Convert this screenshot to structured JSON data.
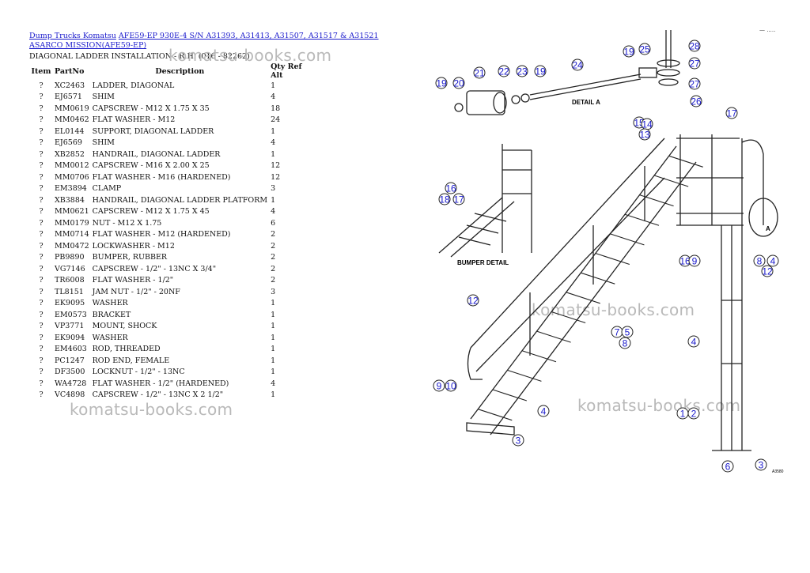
{
  "breadcrumb": {
    "root": "Dump Trucks Komatsu",
    "model": "AFE59-EP 930E-4 S/N A31393, A31413, A31507, A31517 & A31521 ASARCO MISSION(AFE59-EP)"
  },
  "subtitle": "DIAGONAL LADDER INSTALLATION - R.H. (016 - 82262)",
  "corner_mark": "— .....",
  "table": {
    "headers": {
      "item": "Item",
      "part": "PartNo",
      "desc": "Description",
      "qty": "Qty Ref Alt"
    },
    "rows": [
      {
        "item": "?",
        "part": "XC2463",
        "desc": "LADDER, DIAGONAL",
        "qty": "1"
      },
      {
        "item": "?",
        "part": "EJ6571",
        "desc": "SHIM",
        "qty": "4"
      },
      {
        "item": "?",
        "part": "MM0619",
        "desc": "CAPSCREW - M12 X 1.75 X 35",
        "qty": "18"
      },
      {
        "item": "?",
        "part": "MM0462",
        "desc": "FLAT WASHER - M12",
        "qty": "24"
      },
      {
        "item": "?",
        "part": "EL0144",
        "desc": "SUPPORT, DIAGONAL LADDER",
        "qty": "1"
      },
      {
        "item": "?",
        "part": "EJ6569",
        "desc": "SHIM",
        "qty": "4"
      },
      {
        "item": "?",
        "part": "XB2852",
        "desc": "HANDRAIL, DIAGONAL LADDER",
        "qty": "1"
      },
      {
        "item": "?",
        "part": "MM0012",
        "desc": "CAPSCREW - M16 X 2.00 X 25",
        "qty": "12"
      },
      {
        "item": "?",
        "part": "MM0706",
        "desc": "FLAT WASHER - M16 (HARDENED)",
        "qty": "12"
      },
      {
        "item": "?",
        "part": "EM3894",
        "desc": "CLAMP",
        "qty": "3"
      },
      {
        "item": "?",
        "part": "XB3884",
        "desc": "HANDRAIL, DIAGONAL LADDER PLATFORM",
        "qty": "1"
      },
      {
        "item": "?",
        "part": "MM0621",
        "desc": "CAPSCREW - M12 X 1.75 X 45",
        "qty": "4"
      },
      {
        "item": "?",
        "part": "MM0179",
        "desc": "NUT - M12 X 1.75",
        "qty": "6"
      },
      {
        "item": "?",
        "part": "MM0714",
        "desc": "FLAT WASHER - M12 (HARDENED)",
        "qty": "2"
      },
      {
        "item": "?",
        "part": "MM0472",
        "desc": "LOCKWASHER - M12",
        "qty": "2"
      },
      {
        "item": "?",
        "part": "PB9890",
        "desc": "BUMPER, RUBBER",
        "qty": "2"
      },
      {
        "item": "?",
        "part": "VG7146",
        "desc": "CAPSCREW - 1/2\" - 13NC X 3/4\"",
        "qty": "2"
      },
      {
        "item": "?",
        "part": "TR6008",
        "desc": "FLAT WASHER - 1/2\"",
        "qty": "2"
      },
      {
        "item": "?",
        "part": "TL8151",
        "desc": "JAM NUT - 1/2\" - 20NF",
        "qty": "3"
      },
      {
        "item": "?",
        "part": "EK9095",
        "desc": "WASHER",
        "qty": "1"
      },
      {
        "item": "?",
        "part": "EM0573",
        "desc": "BRACKET",
        "qty": "1"
      },
      {
        "item": "?",
        "part": "VP3771",
        "desc": "MOUNT, SHOCK",
        "qty": "1"
      },
      {
        "item": "?",
        "part": "EK9094",
        "desc": "WASHER",
        "qty": "1"
      },
      {
        "item": "?",
        "part": "EM4603",
        "desc": "ROD, THREADED",
        "qty": "1"
      },
      {
        "item": "?",
        "part": "PC1247",
        "desc": "ROD END, FEMALE",
        "qty": "1"
      },
      {
        "item": "?",
        "part": "DF3500",
        "desc": "LOCKNUT - 1/2\" - 13NC",
        "qty": "1"
      },
      {
        "item": "?",
        "part": "WA4728",
        "desc": "FLAT WASHER - 1/2\" (HARDENED)",
        "qty": "4"
      },
      {
        "item": "?",
        "part": "VC4898",
        "desc": "CAPSCREW - 1/2\" - 13NC X 2 1/2\"",
        "qty": "1"
      }
    ]
  },
  "watermark": "komatsu-books.com",
  "diagram": {
    "detail_a_label": "DETAIL A",
    "bumper_label": "BUMPER DETAIL",
    "view_letter": "A",
    "drawing_number": "A3580",
    "callouts": [
      "19",
      "20",
      "21",
      "22",
      "23",
      "19",
      "24",
      "19",
      "25",
      "28",
      "27",
      "27",
      "26",
      "17",
      "15",
      "14",
      "13",
      "16",
      "18",
      "17",
      "16",
      "9",
      "8",
      "4",
      "12",
      "12",
      "7",
      "5",
      "8",
      "9",
      "10",
      "4",
      "3",
      "1",
      "2",
      "4",
      "3",
      "6"
    ],
    "line_color": "#222222",
    "callout_color": "#1a1acc"
  }
}
